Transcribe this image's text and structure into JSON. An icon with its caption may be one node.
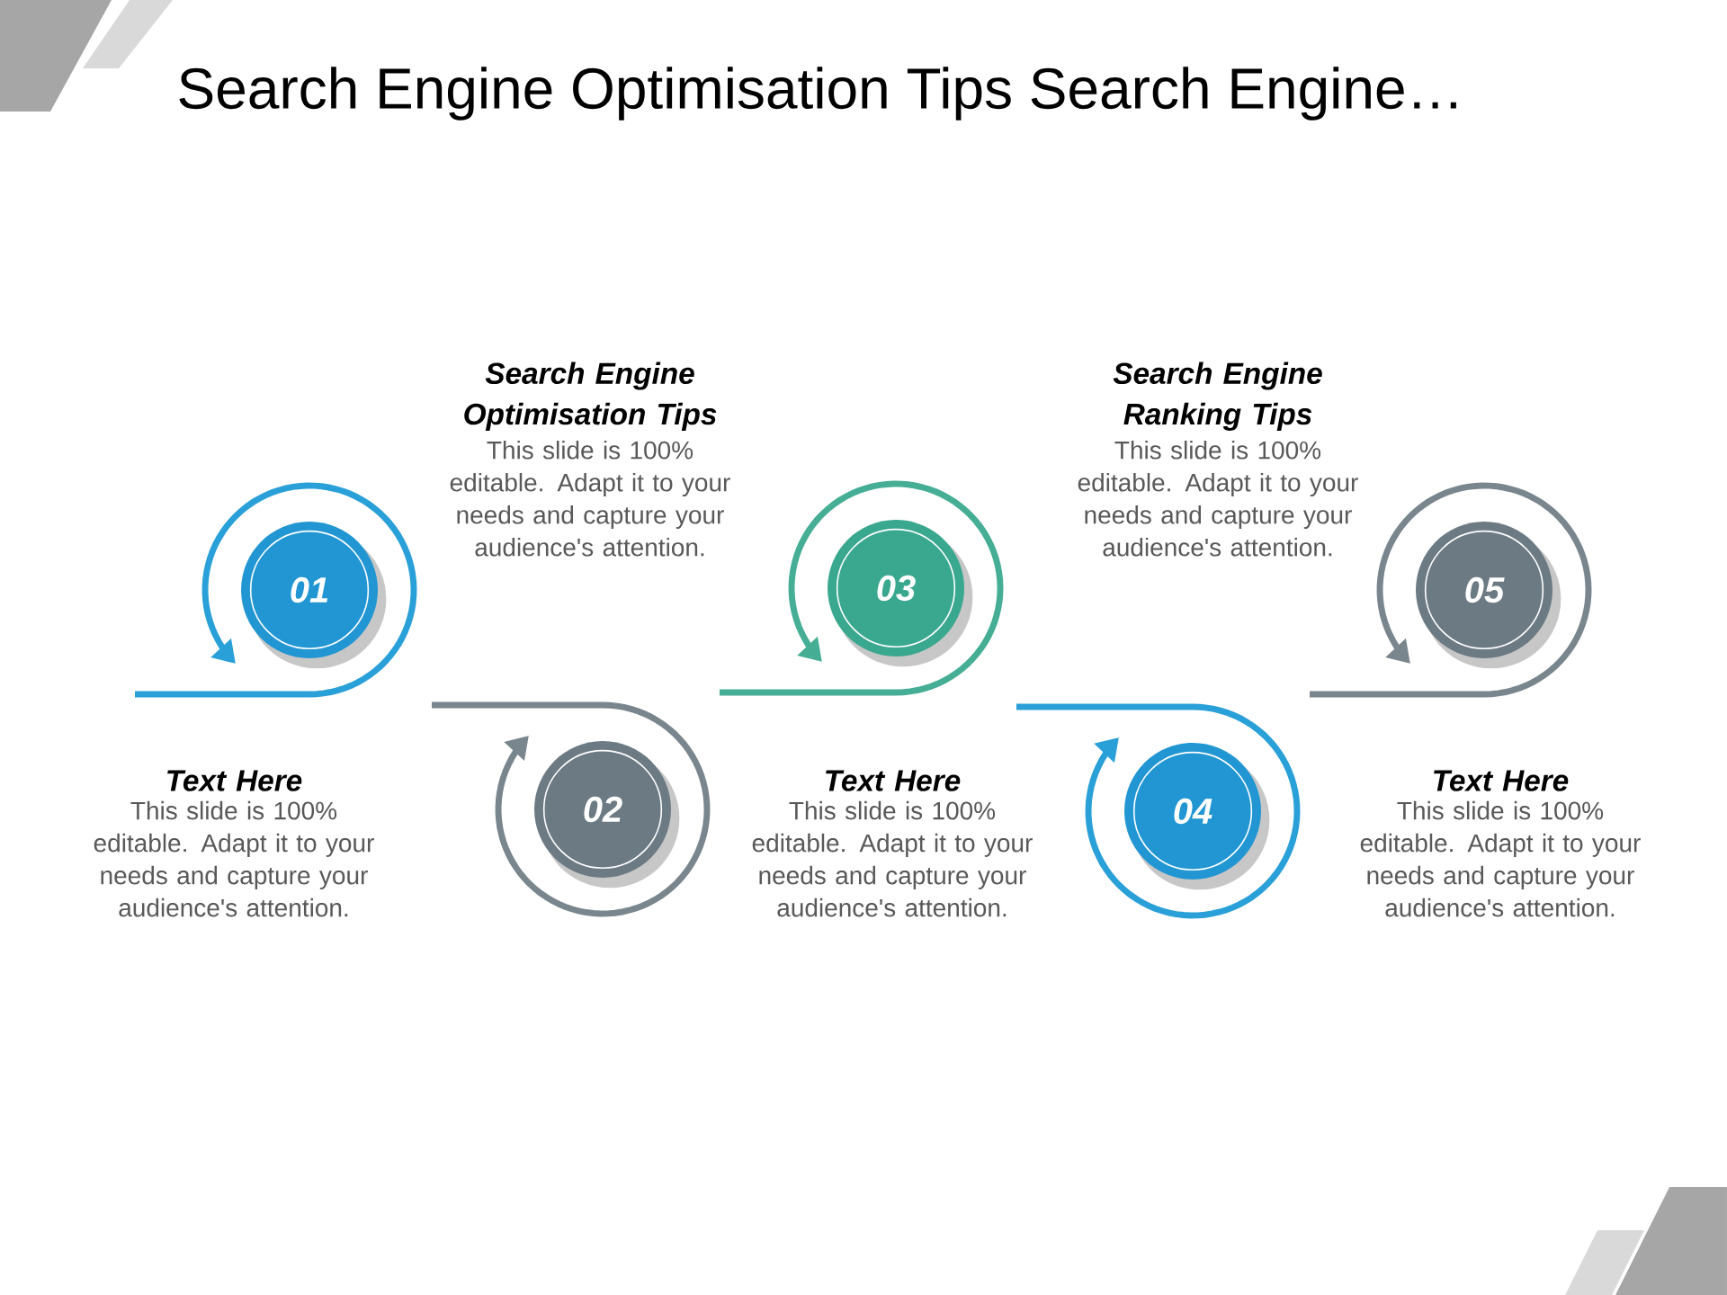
{
  "diagram": {
    "title": "Search Engine Optimisation Tips Search Engine…",
    "nodes": [
      {
        "text": [
          "01"
        ],
        "beside": [
          "Text Here",
          "This slide is 100% editable. Adapt it to your needs and capture your audience's attention."
        ]
      },
      {
        "text": [
          "02"
        ],
        "beside": [
          "Search Engine Optimisation Tips",
          "This slide is 100% editable. Adapt it to your needs and capture your audience's attention."
        ]
      },
      {
        "text": [
          "03"
        ],
        "beside": [
          "Text Here",
          "This slide is 100% editable. Adapt it to your needs and capture your audience's attention."
        ]
      },
      {
        "text": [
          "04"
        ],
        "beside": [
          "Search Engine Ranking Tips",
          "This slide is 100% editable. Adapt it to your needs and capture your audience's attention."
        ]
      },
      {
        "text": [
          "05"
        ],
        "beside": [
          "Text Here",
          "This slide is 100% editable. Adapt it to your needs and capture your audience's attention."
        ]
      }
    ]
  }
}
